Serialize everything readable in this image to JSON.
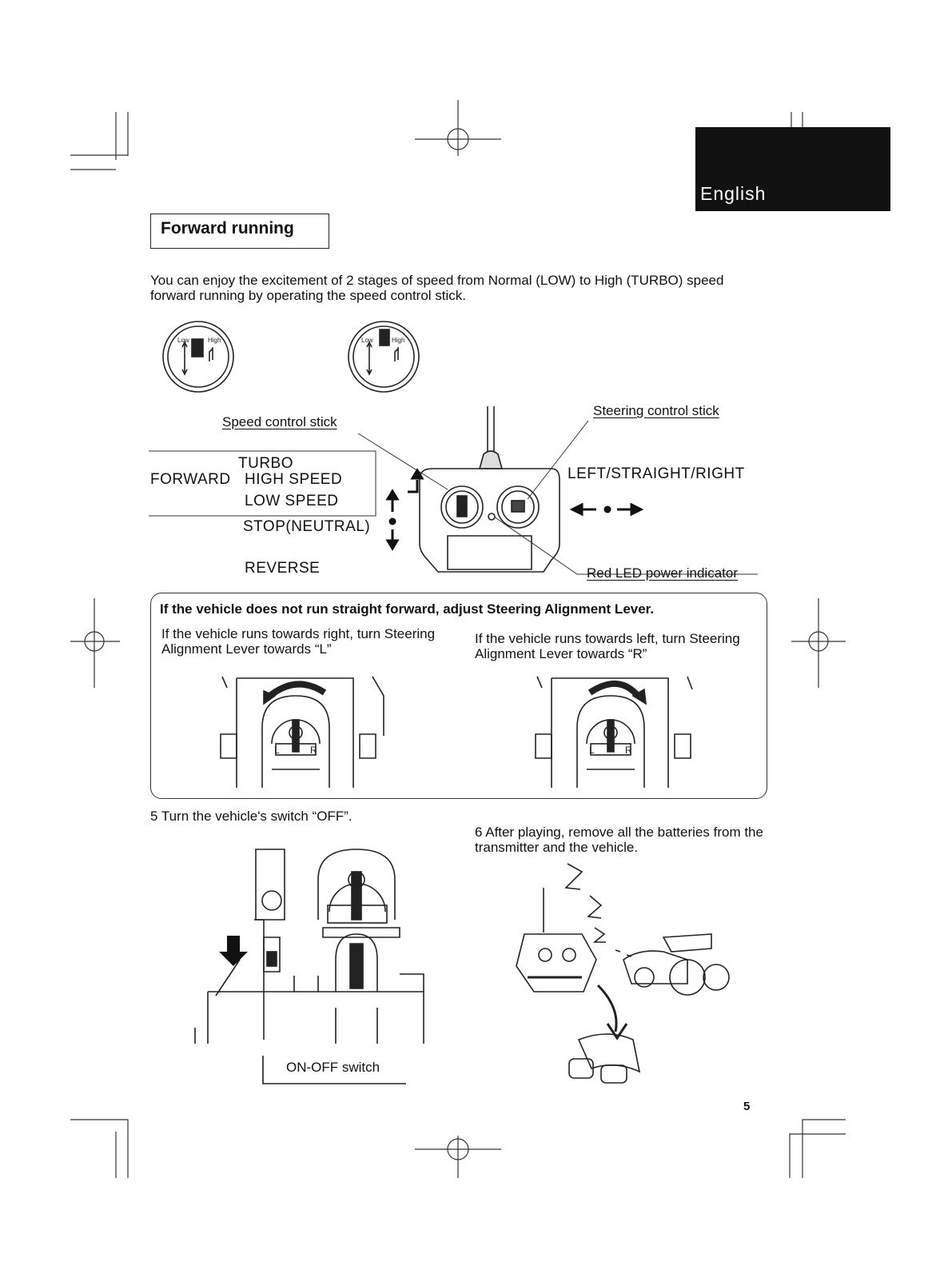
{
  "header": {
    "language_tab": "English"
  },
  "section": {
    "title": "Forward running",
    "intro": "You can enjoy the excitement of 2 stages of speed from Normal (LOW) to High (TURBO) speed forward running by operating the speed control stick."
  },
  "dials": {
    "low_label": "Low",
    "high_label": "High"
  },
  "transmitter": {
    "speed_stick_label": "Speed control stick",
    "steering_stick_label": "Steering control stick",
    "forward_label": "FORWARD",
    "turbo_label": "TURBO",
    "high_speed_label": "HIGH SPEED",
    "low_speed_label": "LOW SPEED",
    "stop_label": "STOP(NEUTRAL)",
    "reverse_label": "REVERSE",
    "direction_label": "LEFT/STRAIGHT/RIGHT",
    "led_label": "Red LED power indicator"
  },
  "alignment": {
    "title": "If the vehicle does not run straight forward, adjust Steering Alignment Lever.",
    "right_case": "If the vehicle runs towards right, turn Steering Alignment Lever towards “L”",
    "left_case": "If the vehicle runs towards left, turn Steering Alignment Lever towards “R”",
    "letter_l": "L",
    "letter_r": "R"
  },
  "steps": [
    {
      "text": "5 Turn the vehicle's switch “OFF”."
    },
    {
      "text": "6 After playing, remove all the batteries from the transmitter and the vehicle."
    }
  ],
  "switch_label": "ON-OFF switch",
  "page_number": "5"
}
